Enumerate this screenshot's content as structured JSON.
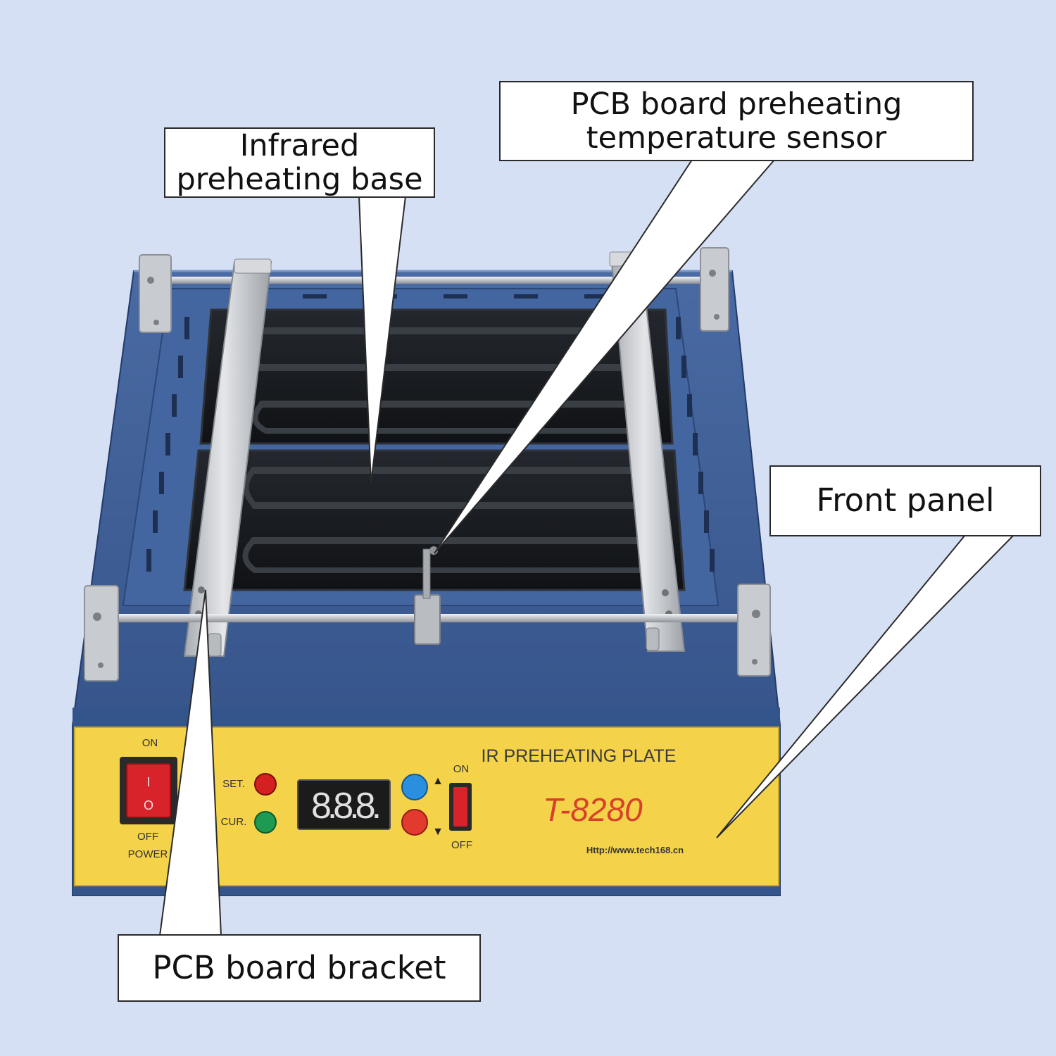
{
  "callouts": {
    "infrared": {
      "line1": "Infrared",
      "line2": "preheating base"
    },
    "sensor": {
      "line1": "PCB board preheating",
      "line2": "temperature sensor"
    },
    "front_panel": {
      "label": "Front panel"
    },
    "bracket": {
      "label": "PCB board bracket"
    }
  },
  "device": {
    "panel_title": "IR PREHEATING PLATE",
    "model": "T-8280",
    "url": "Http://www.tech168.cn",
    "power_on": "ON",
    "power_off": "OFF",
    "power_label": "POWER",
    "set_label": "SET.",
    "cur_label": "CUR.",
    "display_value": "8.8.8.",
    "toggle_on": "ON",
    "toggle_off": "OFF",
    "up_arrow": "▲",
    "down_arrow": "▼",
    "rocker_on_symbol": "I",
    "rocker_off_symbol": "O"
  },
  "colors": {
    "background": "#d6e0f4",
    "body_blue": "#3d5d94",
    "panel_yellow": "#f4d24a",
    "model_red": "#d8402a",
    "power_switch_red": "#d8232a",
    "set_led_red": "#d42020",
    "cur_led_green": "#1e9a52",
    "up_button_blue": "#2b8fe0",
    "down_button_red": "#e23a2e",
    "heater_black": "#17191c",
    "rail_silver": "#c9ccd0"
  }
}
